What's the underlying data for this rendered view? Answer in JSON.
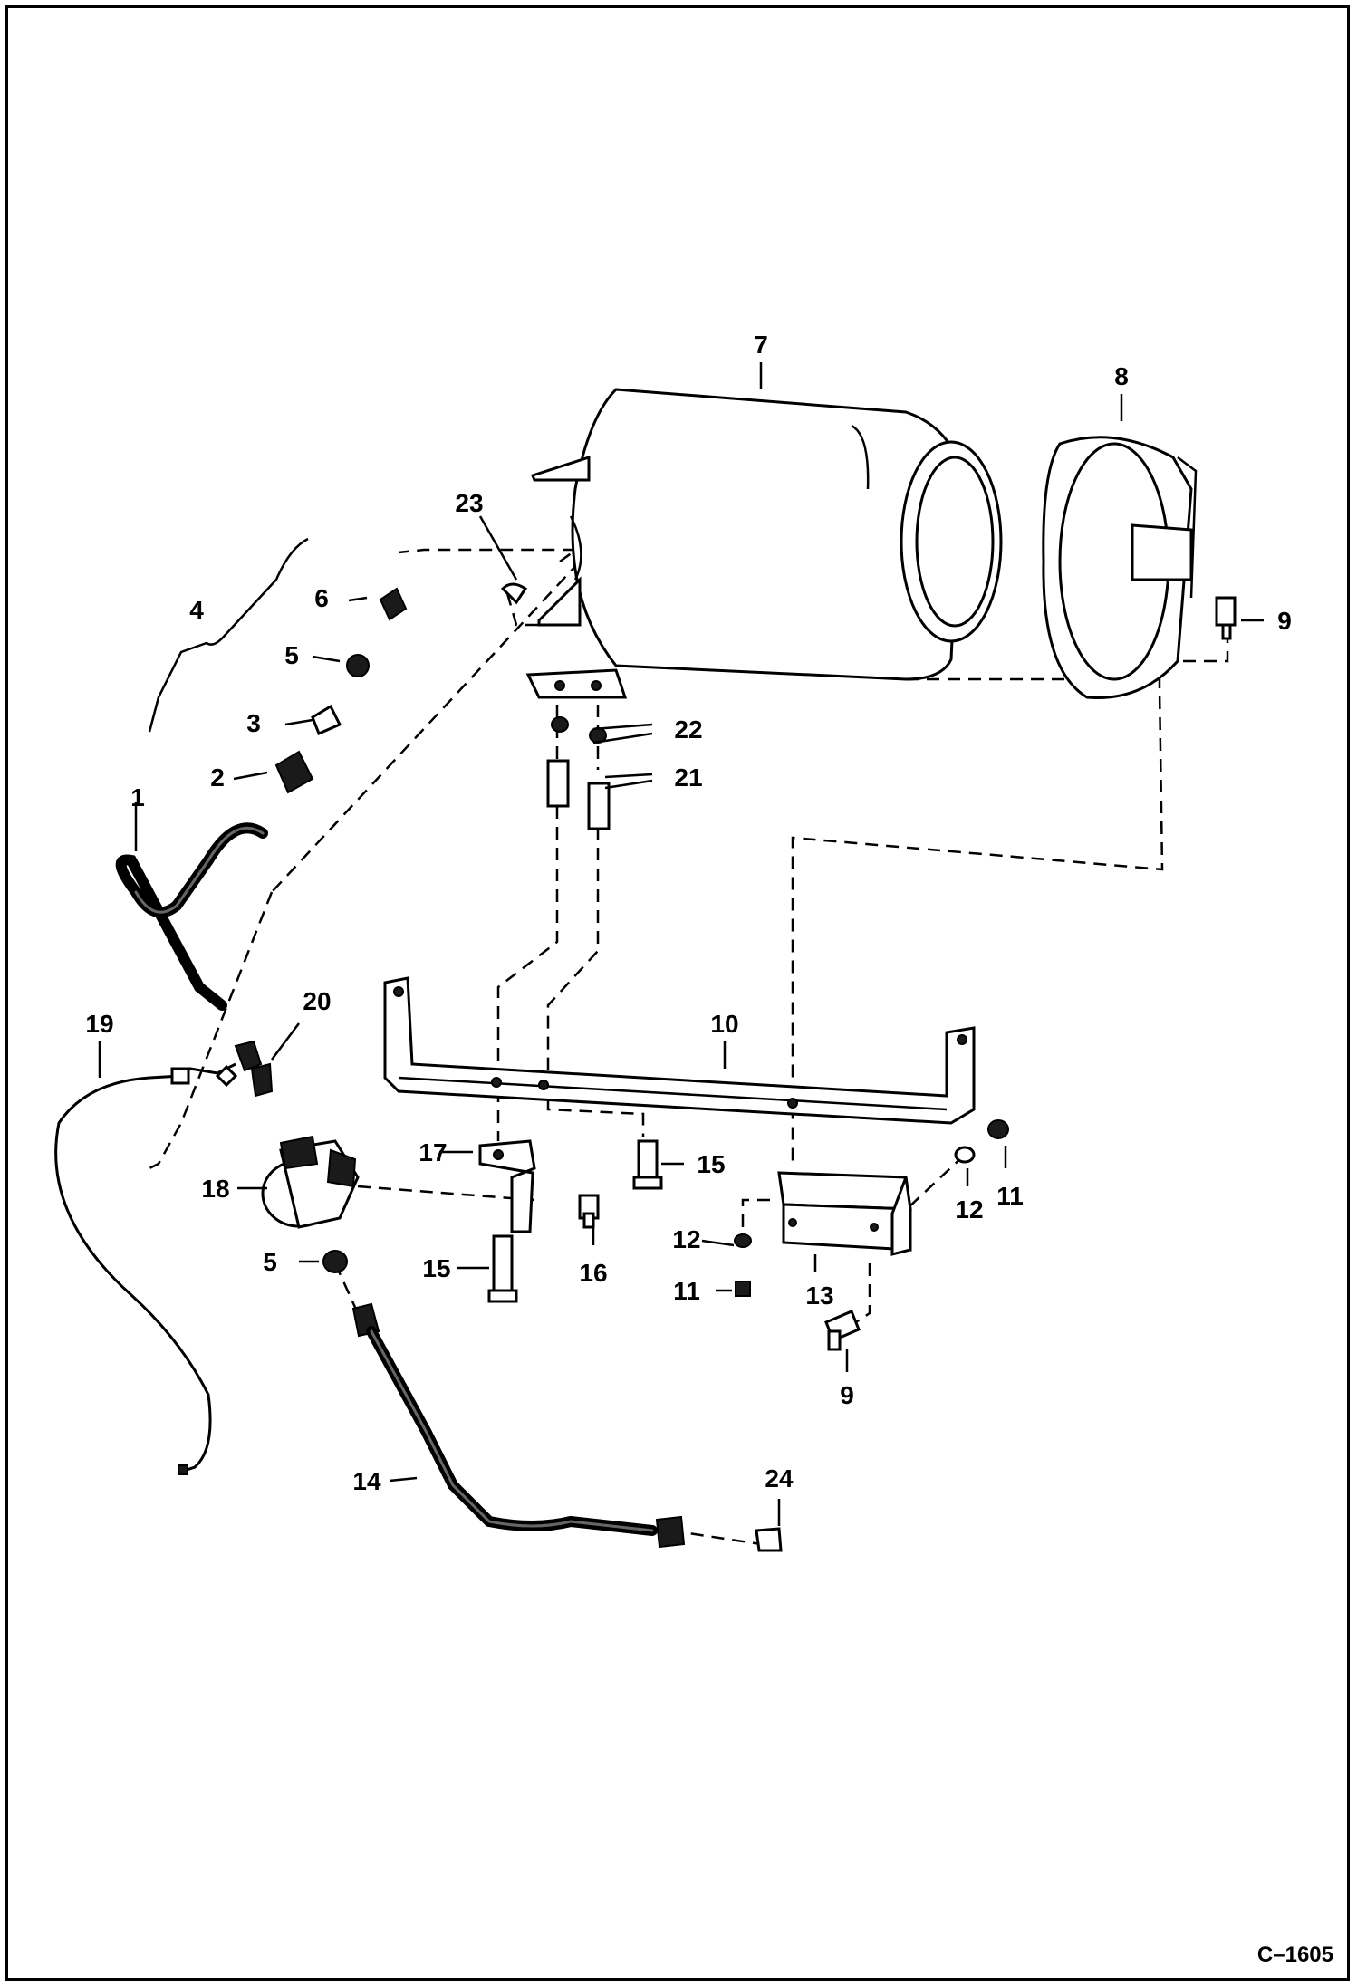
{
  "drawing_code": "C–1605",
  "callouts": [
    {
      "id": "c1",
      "text": "1"
    },
    {
      "id": "c2",
      "text": "2"
    },
    {
      "id": "c3",
      "text": "3"
    },
    {
      "id": "c4",
      "text": "4"
    },
    {
      "id": "c5a",
      "text": "5"
    },
    {
      "id": "c5b",
      "text": "5"
    },
    {
      "id": "c6",
      "text": "6"
    },
    {
      "id": "c7",
      "text": "7"
    },
    {
      "id": "c8",
      "text": "8"
    },
    {
      "id": "c9a",
      "text": "9"
    },
    {
      "id": "c9b",
      "text": "9"
    },
    {
      "id": "c10",
      "text": "10"
    },
    {
      "id": "c11a",
      "text": "11"
    },
    {
      "id": "c11b",
      "text": "11"
    },
    {
      "id": "c12a",
      "text": "12"
    },
    {
      "id": "c12b",
      "text": "12"
    },
    {
      "id": "c13",
      "text": "13"
    },
    {
      "id": "c14",
      "text": "14"
    },
    {
      "id": "c15a",
      "text": "15"
    },
    {
      "id": "c15b",
      "text": "15"
    },
    {
      "id": "c16",
      "text": "16"
    },
    {
      "id": "c17",
      "text": "17"
    },
    {
      "id": "c18",
      "text": "18"
    },
    {
      "id": "c19",
      "text": "19"
    },
    {
      "id": "c20",
      "text": "20"
    },
    {
      "id": "c21",
      "text": "21"
    },
    {
      "id": "c22",
      "text": "22"
    },
    {
      "id": "c23",
      "text": "23"
    },
    {
      "id": "c24",
      "text": "24"
    }
  ]
}
